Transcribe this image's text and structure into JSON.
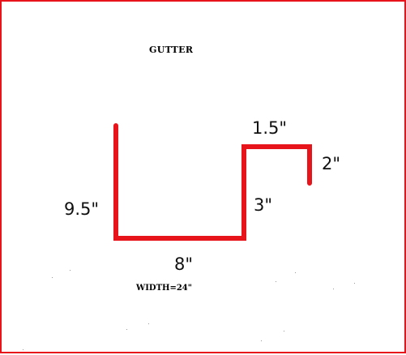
{
  "diagram": {
    "title": "GUTTER",
    "width_note": "WIDTH=24\"",
    "line_color": "#e8141b",
    "dimensions": {
      "back_height": "9.5\"",
      "bottom_width": "8\"",
      "front_height": "3\"",
      "top_lip": "1.5\"",
      "drip_edge": "2\""
    }
  }
}
